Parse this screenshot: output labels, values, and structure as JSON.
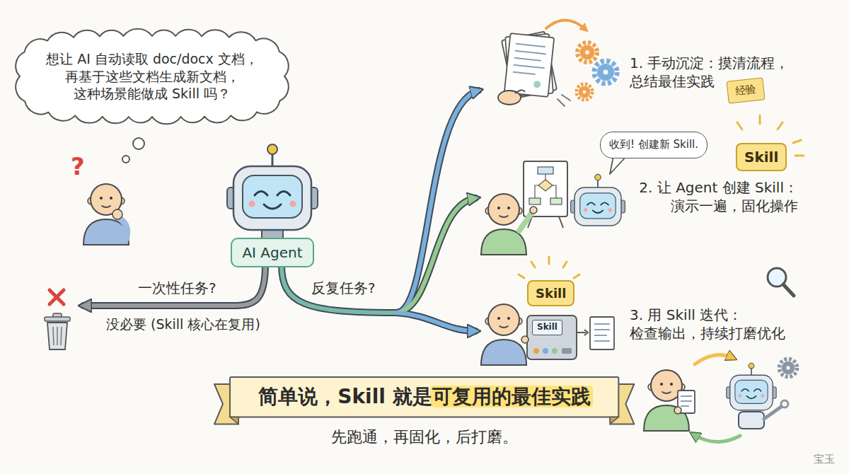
{
  "diagram": {
    "nodes": [
      {
        "text": [
          "想让 AI 自动读取 doc/docx 文档， 再基于这些文档生成新文档， 这种场景能做成 Skill 吗？"
        ]
      },
      {
        "text": [
          "经验"
        ]
      },
      {
        "text": [
          "收到! 创建新 Skill."
        ]
      },
      {
        "text": [
          "Skill"
        ]
      },
      {
        "text": [
          "AI Agent"
        ]
      },
      {
        "text": [
          "Skill"
        ]
      },
      {
        "text": [
          "Skill"
        ]
      },
      {
        "text": [
          "简单说，Skill 就是可复用的最佳实践"
        ]
      }
    ],
    "labels": [
      "?",
      "1. 手动沉淀：摸清流程， 总结最佳实践",
      "2. 让 Agent 创建 Skill： 演示一遍，固化操作",
      "一次性任务?",
      "反复任务?",
      "没必要 (Skill 核心在复用)",
      "3. 用 Skill 迭代： 检查输出，持续打磨优化",
      "先跑通，再固化，后打磨。",
      "宝玉"
    ]
  }
}
